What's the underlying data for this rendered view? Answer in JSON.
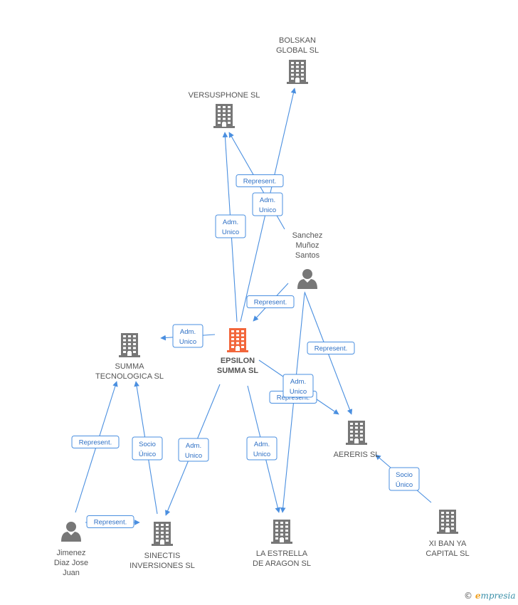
{
  "nodes": [
    {
      "id": "bolskan",
      "label": [
        "BOLSKAN",
        "GLOBAL SL"
      ],
      "kind": "company",
      "color": "#777777"
    },
    {
      "id": "versusphone",
      "label": [
        "VERSUSPHONE SL"
      ],
      "kind": "company",
      "color": "#777777"
    },
    {
      "id": "sanchez",
      "label": [
        "Sanchez",
        "Muñoz",
        "Santos"
      ],
      "kind": "person",
      "color": "#777777"
    },
    {
      "id": "epsilon",
      "label": [
        "EPSILON",
        "SUMMA SL"
      ],
      "kind": "company",
      "color": "#f2663b",
      "main": true
    },
    {
      "id": "summa_tec",
      "label": [
        "SUMMA",
        "TECNOLOGICA SL"
      ],
      "kind": "company",
      "color": "#777777"
    },
    {
      "id": "aereris",
      "label": [
        "AERERIS SL"
      ],
      "kind": "company",
      "color": "#777777"
    },
    {
      "id": "xibanya",
      "label": [
        "XI BAN YA",
        "CAPITAL  SL"
      ],
      "kind": "company",
      "color": "#777777"
    },
    {
      "id": "jimenez",
      "label": [
        "Jimenez",
        "Diaz Jose",
        "Juan"
      ],
      "kind": "person",
      "color": "#777777"
    },
    {
      "id": "sinectis",
      "label": [
        "SINECTIS",
        "INVERSIONES SL"
      ],
      "kind": "company",
      "color": "#777777"
    },
    {
      "id": "estrella",
      "label": [
        "LA ESTRELLA",
        "DE ARAGON SL"
      ],
      "kind": "company",
      "color": "#777777"
    }
  ],
  "edges": [
    {
      "from": "epsilon",
      "to": "versusphone",
      "label": [
        "Adm.",
        "Unico"
      ]
    },
    {
      "from": "epsilon",
      "to": "bolskan",
      "label": [
        "Adm.",
        "Unico"
      ]
    },
    {
      "from": "sanchez",
      "to": "versusphone",
      "label": [
        "Represent."
      ]
    },
    {
      "from": "sanchez",
      "to": "epsilon",
      "label": [
        "Represent."
      ]
    },
    {
      "from": "epsilon",
      "to": "summa_tec",
      "label": [
        "Adm.",
        "Unico"
      ]
    },
    {
      "from": "sanchez",
      "to": "aereris",
      "label": [
        "Represent."
      ]
    },
    {
      "from": "epsilon",
      "to": "aereris",
      "label": [
        "Represent."
      ]
    },
    {
      "from": "sanchez",
      "to": "estrella",
      "label": [
        "Adm.",
        "Unico"
      ]
    },
    {
      "from": "epsilon",
      "to": "sinectis",
      "label": [
        "Adm.",
        "Unico"
      ]
    },
    {
      "from": "epsilon",
      "to": "estrella",
      "label": [
        "Adm.",
        "Unico"
      ]
    },
    {
      "from": "xibanya",
      "to": "aereris",
      "label": [
        "Socio",
        "Único"
      ]
    },
    {
      "from": "jimenez",
      "to": "summa_tec",
      "label": [
        "Represent."
      ]
    },
    {
      "from": "sinectis",
      "to": "summa_tec",
      "label": [
        "Socio",
        "Único"
      ]
    },
    {
      "from": "jimenez",
      "to": "sinectis",
      "label": [
        "Represent."
      ]
    }
  ],
  "brand": {
    "copyright": "©",
    "first_letter": "e",
    "rest": "mpresia"
  },
  "colors": {
    "edge": "#4a8fe0",
    "main_node": "#f2663b",
    "node": "#777777"
  }
}
